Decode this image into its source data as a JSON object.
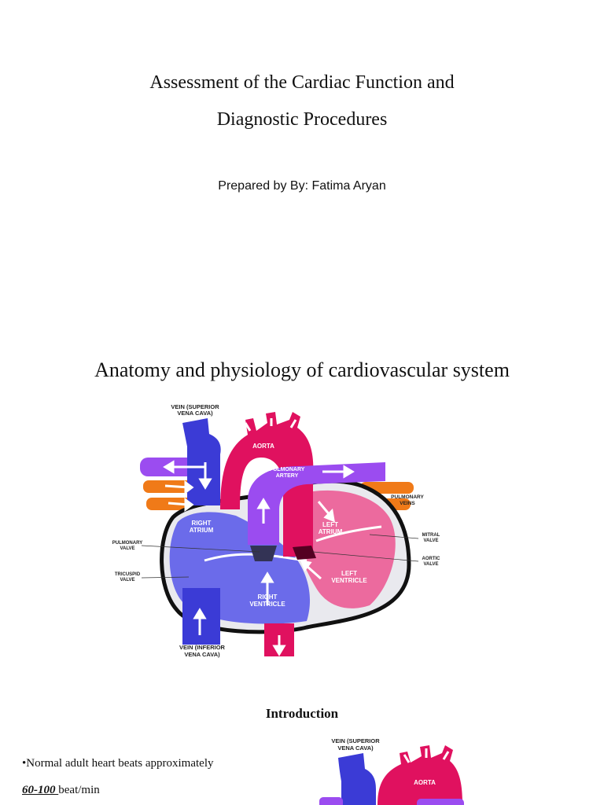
{
  "document": {
    "title_line1": "Assessment of the Cardiac Function and",
    "title_line2": "Diagnostic Procedures",
    "prepared_by": "Prepared by By: Fatima Aryan",
    "section_heading": "Anatomy and physiology of cardiovascular system"
  },
  "heart_diagram": {
    "labels": {
      "svc_line1": "VEIN (SUPERIOR",
      "svc_line2": "VENA CAVA)",
      "aorta": "AORTA",
      "pa_line1": "PULMONARY",
      "pa_line2": "ARTERY",
      "pv_line1": "PULMONARY",
      "pv_line2": "VEINS",
      "ra_line1": "RIGHT",
      "ra_line2": "ATRIUM",
      "la_line1": "LEFT",
      "la_line2": "ATRIUM",
      "pvalve_line1": "PULMONARY",
      "pvalve_line2": "VALVE",
      "mitral_line1": "MITRAL",
      "mitral_line2": "VALVE",
      "aortic_line1": "AORTIC",
      "aortic_line2": "VALVE",
      "tricuspid_line1": "TRICUSPID",
      "tricuspid_line2": "VALVE",
      "lv_line1": "LEFT",
      "lv_line2": "VENTRICLE",
      "rv_line1": "RIGHT",
      "rv_line2": "VENTRICLE",
      "ivc_line1": "VEIN (INFERIOR",
      "ivc_line2": "VENA CAVA)"
    },
    "colors": {
      "deoxygenated": "#3b3bd6",
      "oxygenated": "#e0115f",
      "pulmonary_artery": "#9b4cf0",
      "pulmonary_veins": "#f07a18",
      "right_chambers": "#6b6bea",
      "left_chambers": "#ec6a9e"
    }
  },
  "introduction": {
    "heading": "Introduction",
    "bullet": "•Normal adult heart beats approximately",
    "rate_value": "60-100 ",
    "rate_unit": "beat/min"
  }
}
